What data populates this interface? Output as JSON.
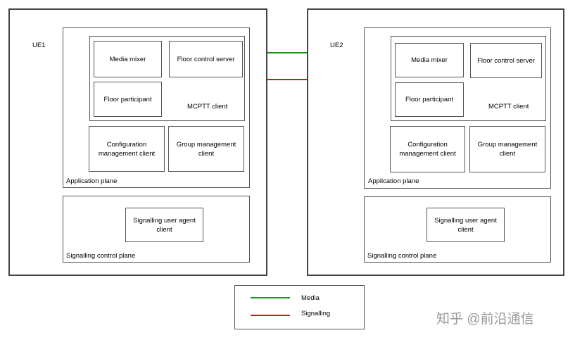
{
  "ue1": {
    "name": "UE1",
    "boxes": {
      "media_mixer": "Media mixer",
      "floor_control_server": "Floor control server",
      "floor_participant": "Floor participant",
      "mcptt_client": "MCPTT client",
      "configuration_management_client": "Configuration management client",
      "group_management_client": "Group management client",
      "application_plane": "Application plane",
      "signalling_user_agent_client": "Signalling user agent client",
      "signalling_control_plane": "Signalling control plane"
    }
  },
  "ue2": {
    "name": "UE2",
    "boxes": {
      "media_mixer": "Media mixer",
      "floor_control_server": "Floor control server",
      "floor_participant": "Floor participant",
      "mcptt_client": "MCPTT client",
      "configuration_management_client": "Configuration management client",
      "group_management_client": "Group management client",
      "application_plane": "Application plane",
      "signalling_user_agent_client": "Signalling user agent client",
      "signalling_control_plane": "Signalling control plane"
    }
  },
  "legend": {
    "media": "Media",
    "signalling": "Signalling"
  },
  "colors": {
    "media": "#1a9a1a",
    "signalling": "#cc1a1a"
  },
  "watermark": "知乎 @前沿通信"
}
